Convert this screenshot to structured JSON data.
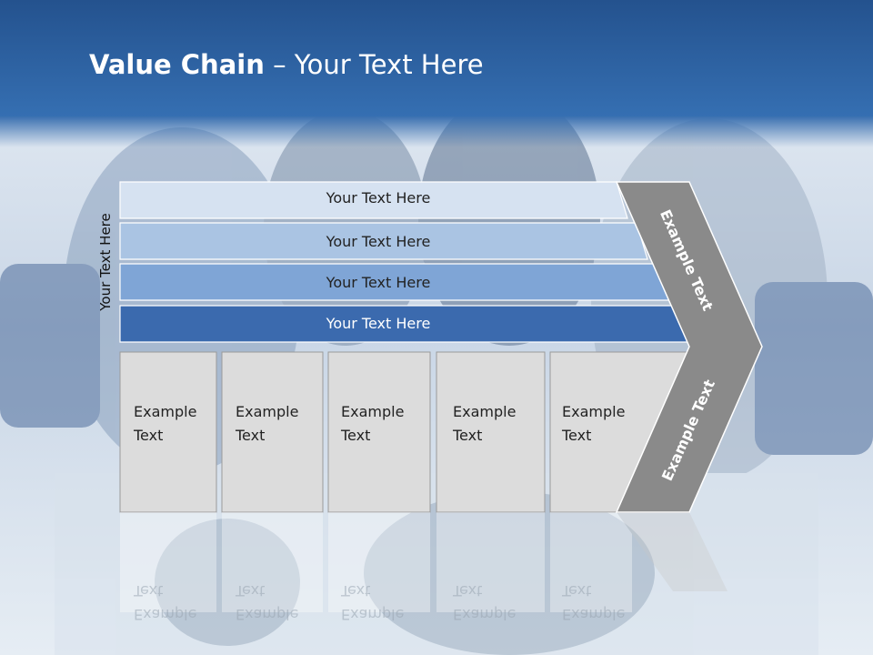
{
  "title": {
    "bold": "Value Chain",
    "rest": " – Your Text Here"
  },
  "side_label": "Your Text Here",
  "bars": [
    {
      "label": "Your Text Here",
      "fill": "#d6e2f1"
    },
    {
      "label": "Your Text Here",
      "fill": "#aac4e3"
    },
    {
      "label": "Your Text Here",
      "fill": "#7fa5d6"
    },
    {
      "label": "Your Text Here",
      "fill": "#3b6aae"
    }
  ],
  "boxes": [
    {
      "line1": "Example",
      "line2": "Text"
    },
    {
      "line1": "Example",
      "line2": "Text"
    },
    {
      "line1": "Example",
      "line2": "Text"
    },
    {
      "line1": "Example",
      "line2": "Text"
    },
    {
      "line1": "Example",
      "line2": "Text"
    }
  ],
  "arrow_top": "Example Text",
  "arrow_bottom": "Example Text",
  "colors": {
    "header": "#2f63a6",
    "box": "#dcdcdc",
    "arrow": "#8a8a8a"
  }
}
